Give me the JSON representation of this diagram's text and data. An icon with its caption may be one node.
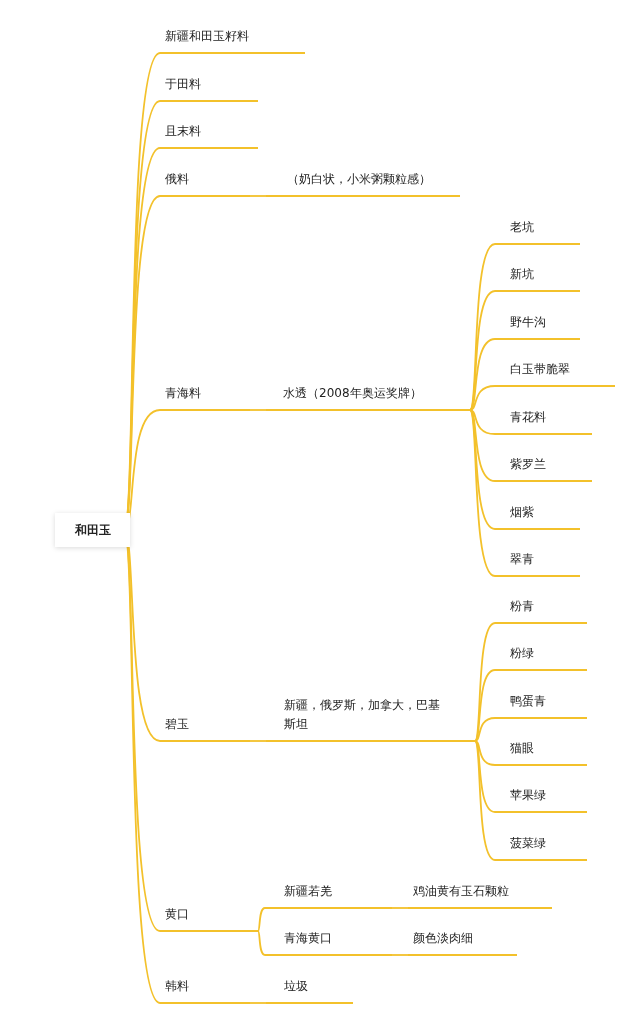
{
  "diagram": {
    "nodes": [
      {
        "text": [
          "和田玉"
        ]
      },
      {
        "text": [
          "新疆和田玉籽料"
        ]
      },
      {
        "text": [
          "于田料"
        ]
      },
      {
        "text": [
          "且末料"
        ]
      },
      {
        "text": [
          "俄料"
        ]
      },
      {
        "text": [
          "（奶白状，小米粥颗粒感）"
        ]
      },
      {
        "text": [
          "青海料"
        ]
      },
      {
        "text": [
          "水透（2008年奥运奖牌）"
        ]
      },
      {
        "text": [
          "老坑"
        ]
      },
      {
        "text": [
          "新坑"
        ]
      },
      {
        "text": [
          "野牛沟"
        ]
      },
      {
        "text": [
          "白玉带脆翠"
        ]
      },
      {
        "text": [
          "青花料"
        ]
      },
      {
        "text": [
          "紫罗兰"
        ]
      },
      {
        "text": [
          "烟紫"
        ]
      },
      {
        "text": [
          "翠青"
        ]
      },
      {
        "text": [
          "碧玉"
        ]
      },
      {
        "text": [
          "新疆，俄罗斯，加拿大，巴基斯坦"
        ]
      },
      {
        "text": [
          "粉青"
        ]
      },
      {
        "text": [
          "粉绿"
        ]
      },
      {
        "text": [
          "鸭蛋青"
        ]
      },
      {
        "text": [
          "猫眼"
        ]
      },
      {
        "text": [
          "苹果绿"
        ]
      },
      {
        "text": [
          "菠菜绿"
        ]
      },
      {
        "text": [
          "黄口"
        ]
      },
      {
        "text": [
          "新疆若羌"
        ]
      },
      {
        "text": [
          "鸡油黄有玉石颗粒"
        ]
      },
      {
        "text": [
          "青海黄口"
        ]
      },
      {
        "text": [
          "颜色淡肉细"
        ]
      },
      {
        "text": [
          "韩料"
        ]
      },
      {
        "text": [
          "垃圾"
        ]
      }
    ],
    "edges": [
      {
        "from": 0,
        "to": 1,
        "arrow": "none"
      },
      {
        "from": 0,
        "to": 2,
        "arrow": "none"
      },
      {
        "from": 0,
        "to": 3,
        "arrow": "none"
      },
      {
        "from": 0,
        "to": 4,
        "arrow": "none"
      },
      {
        "from": 4,
        "to": 5,
        "arrow": "none"
      },
      {
        "from": 0,
        "to": 6,
        "arrow": "none"
      },
      {
        "from": 6,
        "to": 7,
        "arrow": "none"
      },
      {
        "from": 7,
        "to": 8,
        "arrow": "none"
      },
      {
        "from": 7,
        "to": 9,
        "arrow": "none"
      },
      {
        "from": 7,
        "to": 10,
        "arrow": "none"
      },
      {
        "from": 7,
        "to": 11,
        "arrow": "none"
      },
      {
        "from": 7,
        "to": 12,
        "arrow": "none"
      },
      {
        "from": 7,
        "to": 13,
        "arrow": "none"
      },
      {
        "from": 7,
        "to": 14,
        "arrow": "none"
      },
      {
        "from": 7,
        "to": 15,
        "arrow": "none"
      },
      {
        "from": 0,
        "to": 16,
        "arrow": "none"
      },
      {
        "from": 16,
        "to": 17,
        "arrow": "none"
      },
      {
        "from": 17,
        "to": 18,
        "arrow": "none"
      },
      {
        "from": 17,
        "to": 19,
        "arrow": "none"
      },
      {
        "from": 17,
        "to": 20,
        "arrow": "none"
      },
      {
        "from": 17,
        "to": 21,
        "arrow": "none"
      },
      {
        "from": 17,
        "to": 22,
        "arrow": "none"
      },
      {
        "from": 17,
        "to": 23,
        "arrow": "none"
      },
      {
        "from": 0,
        "to": 24,
        "arrow": "none"
      },
      {
        "from": 24,
        "to": 25,
        "arrow": "none"
      },
      {
        "from": 25,
        "to": 26,
        "arrow": "none"
      },
      {
        "from": 24,
        "to": 27,
        "arrow": "none"
      },
      {
        "from": 27,
        "to": 28,
        "arrow": "none"
      },
      {
        "from": 0,
        "to": 29,
        "arrow": "none"
      },
      {
        "from": 29,
        "to": 30,
        "arrow": "none"
      }
    ]
  }
}
